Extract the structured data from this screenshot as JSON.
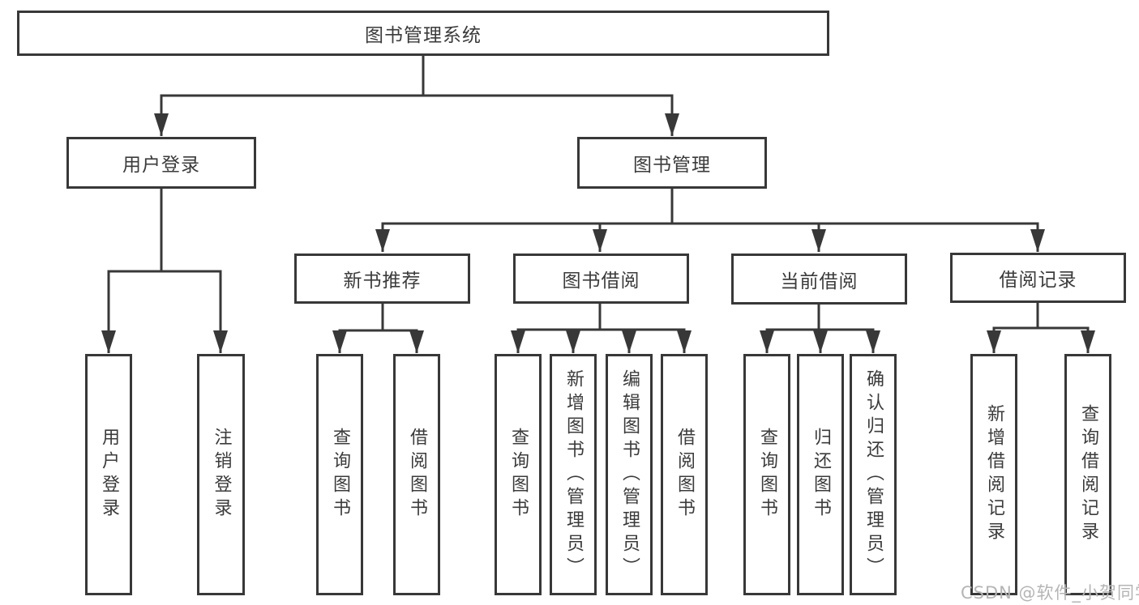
{
  "tree": {
    "root": "图书管理系统",
    "branches": [
      {
        "label": "用户登录",
        "children": [
          "用户登录",
          "注销登录"
        ]
      },
      {
        "label": "图书管理",
        "groups": [
          {
            "label": "新书推荐",
            "children": [
              "查询图书",
              "借阅图书"
            ]
          },
          {
            "label": "图书借阅",
            "children": [
              "查询图书",
              "新增图书（管理员）",
              "编辑图书（管理员）",
              "借阅图书"
            ]
          },
          {
            "label": "当前借阅",
            "children": [
              "查询图书",
              "归还图书",
              "确认归还（管理员）"
            ]
          },
          {
            "label": "借阅记录",
            "children": [
              "新增借阅记录",
              "查询借阅记录"
            ]
          }
        ]
      }
    ]
  },
  "watermark": "CSDN @软件_小贺同学",
  "colors": {
    "line": "#383838",
    "box_border": "#383838",
    "box_background": "#ffffff",
    "text": "#3b3b3b",
    "watermark_text": "#b5b5b5"
  }
}
